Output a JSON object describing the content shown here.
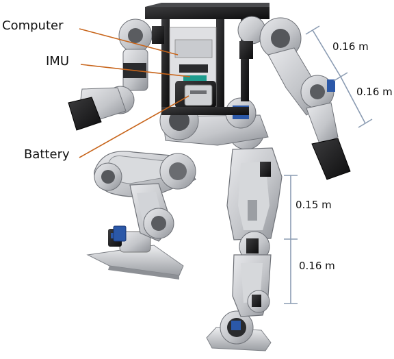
{
  "callouts": {
    "computer": "Computer",
    "imu": "IMU",
    "battery": "Battery"
  },
  "dimensions": {
    "upper_arm": "0.16 m",
    "forearm": "0.16 m",
    "thigh": "0.15 m",
    "shank": "0.16 m"
  },
  "colors": {
    "leader_line": "#c8651b",
    "dimension_line": "#8a9bb2",
    "chassis": "#1d1d1d",
    "aluminum": "#c9cbcf",
    "servo_blue": "#2b58a8"
  }
}
